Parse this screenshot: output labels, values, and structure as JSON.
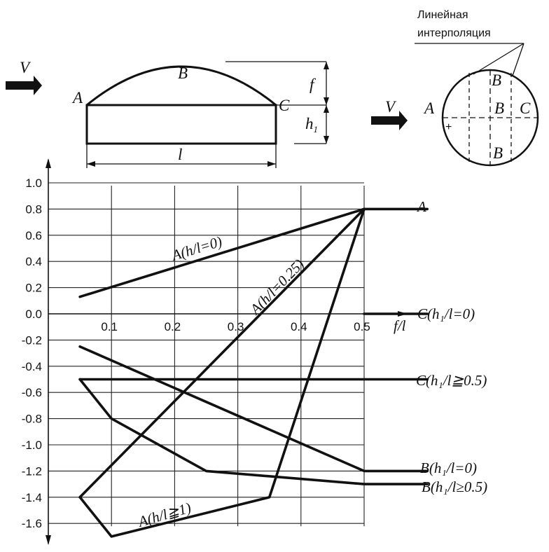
{
  "diagram": {
    "wind_label": "V",
    "point_a": "A",
    "point_b": "B",
    "point_c": "C",
    "dim_f": "f",
    "dim_h1": "h",
    "dim_h1_sub": "1",
    "dim_l": "l",
    "note_line1": "Линейная",
    "note_line2": "интерполяция",
    "inset_wind": "V",
    "inset_a": "A",
    "inset_b_top": "B",
    "inset_b_mid": "B",
    "inset_b_bot": "B",
    "inset_c": "C",
    "inset_plus": "+"
  },
  "chart_data": {
    "type": "line",
    "xlabel": "f/l",
    "x_ticks": [
      "0.1",
      "0.2",
      "0.3",
      "0.4",
      "0.5"
    ],
    "y_ticks": [
      "1.0",
      "0.8",
      "0.6",
      "0.4",
      "0.2",
      "0.0",
      "-0.2",
      "-0.4",
      "-0.6",
      "-0.8",
      "-1.0",
      "-1.2",
      "-1.4",
      "-1.6"
    ],
    "y_values": [
      1.0,
      0.8,
      0.6,
      0.4,
      0.2,
      0.0,
      -0.2,
      -0.4,
      -0.6,
      -0.8,
      -1.0,
      -1.2,
      -1.4,
      -1.6
    ],
    "xlim": [
      0.0,
      0.5
    ],
    "ylim": [
      -1.6,
      1.0
    ],
    "grid": true,
    "series": [
      {
        "label": "A(h/l=0)",
        "points": [
          [
            0.05,
            0.13
          ],
          [
            0.5,
            0.8
          ]
        ]
      },
      {
        "label": "A(h/l=0.25)",
        "points": [
          [
            0.05,
            -1.4
          ],
          [
            0.5,
            0.8
          ]
        ]
      },
      {
        "label": "A(h/l≧1)",
        "points": [
          [
            0.05,
            -1.4
          ],
          [
            0.1,
            -1.7
          ],
          [
            0.35,
            -1.4
          ],
          [
            0.5,
            0.8
          ]
        ]
      },
      {
        "label": "A",
        "points": [
          [
            0.5,
            0.8
          ],
          [
            0.6,
            0.8
          ]
        ]
      },
      {
        "label": "C(h₁/l=0)",
        "points": [
          [
            0.5,
            0.0
          ],
          [
            0.6,
            0.0
          ]
        ]
      },
      {
        "label": "C(h₁/l≧0.5)",
        "points": [
          [
            0.05,
            -0.5
          ],
          [
            0.6,
            -0.5
          ]
        ]
      },
      {
        "label": "B(h₁/l=0)",
        "points": [
          [
            0.05,
            -0.25
          ],
          [
            0.5,
            -1.2
          ],
          [
            0.6,
            -1.2
          ]
        ]
      },
      {
        "label": "B(h₁/l≥0.5)",
        "points": [
          [
            0.05,
            -0.5
          ],
          [
            0.1,
            -0.8
          ],
          [
            0.25,
            -1.2
          ],
          [
            0.5,
            -1.3
          ],
          [
            0.6,
            -1.3
          ]
        ]
      }
    ],
    "annotations": {
      "A_end": "A",
      "C_h1_0": "C(h₁/l=0)",
      "C_h1_05": "C(h₁/l≧0.5)",
      "B_h1_0": "B(h₁/l=0)",
      "B_h1_05": "B(h₁/l≥0.5)",
      "A_h0": "A(h/l=0)",
      "A_h025": "A(h/l=0.25)",
      "A_h1": "A(h/l≧1)"
    }
  }
}
